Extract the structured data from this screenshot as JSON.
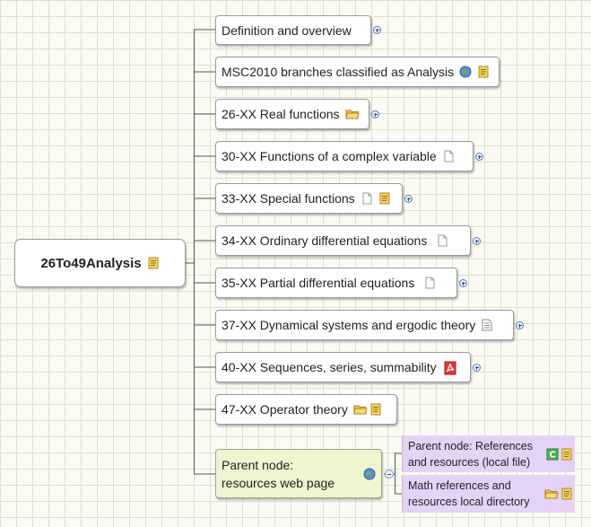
{
  "root": {
    "label": "26To49Analysis",
    "icons": [
      "note-icon"
    ]
  },
  "branches": [
    {
      "label": "Definition and overview",
      "icons": [],
      "expand": true
    },
    {
      "label": "MSC2010 branches classified as Analysis",
      "icons": [
        "globe-icon",
        "note-icon"
      ],
      "expand": false
    },
    {
      "label": "26-XX Real functions",
      "icons": [
        "folder-icon"
      ],
      "expand": true
    },
    {
      "label": "30-XX Functions of a complex variable",
      "icons": [
        "document-icon"
      ],
      "expand": true
    },
    {
      "label": "33-XX Special functions",
      "icons": [
        "document-icon",
        "note-icon"
      ],
      "expand": true
    },
    {
      "label": "34-XX Ordinary differential equations",
      "icons": [
        "document-icon"
      ],
      "expand": true
    },
    {
      "label": "35-XX Partial differential equations",
      "icons": [
        "document-icon"
      ],
      "expand": true
    },
    {
      "label": "37-XX Dynamical systems and ergodic theory",
      "icons": [
        "text-document-icon"
      ],
      "expand": true
    },
    {
      "label": "40-XX Sequences, series, summability",
      "icons": [
        "pdf-icon"
      ],
      "expand": true
    },
    {
      "label": "47-XX Operator theory",
      "icons": [
        "folder-icon",
        "note-icon"
      ],
      "expand": false
    }
  ],
  "parent_node": {
    "label": "Parent node: resources web page",
    "icons": [
      "globe-icon"
    ],
    "children": [
      {
        "label": "Parent node: References and resources (local file)",
        "icons": [
          "c-badge-icon",
          "note-icon"
        ]
      },
      {
        "label": "Math references and resources local directory",
        "icons": [
          "folder-icon",
          "note-icon"
        ]
      }
    ]
  },
  "colors": {
    "background": "#fbfbf3",
    "grid": "#dedfcf",
    "node_border": "#9a9a9a",
    "parent_node_fill": "#eef5cf",
    "sub_node_fill": "#e5d2f7",
    "connector": "#555555"
  }
}
